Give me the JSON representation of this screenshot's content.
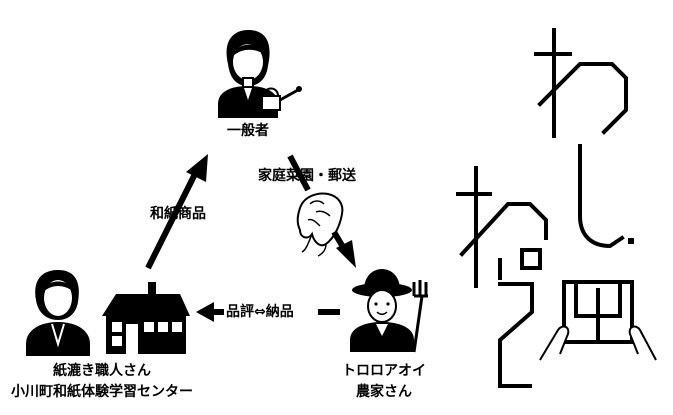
{
  "nodes": {
    "consumer": {
      "label": "一般者"
    },
    "artisan": {
      "line1": "紙漉き職人さん",
      "line2": "小川町和紙体験学習センター"
    },
    "farmer": {
      "line1": "トロロアオイ",
      "line2": "農家さん"
    }
  },
  "edges": {
    "consumer_to_farmer": "家庭菜園・郵送",
    "artisan_to_consumer": "和紙商品",
    "farmer_to_artisan": "品評⇔納品"
  },
  "logo": {
    "text": "わしねっと"
  }
}
